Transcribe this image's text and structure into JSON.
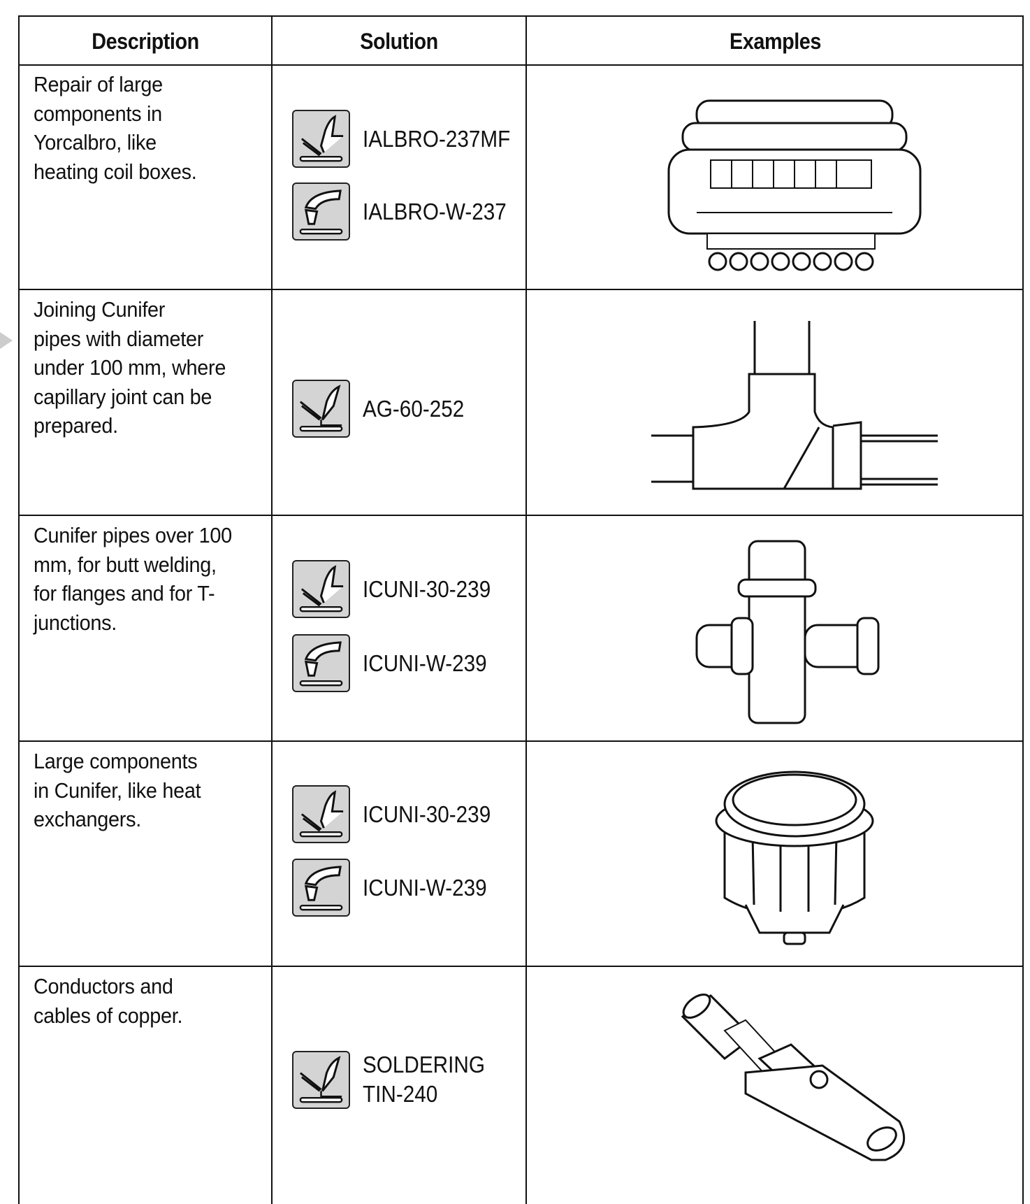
{
  "headers": [
    "Description",
    "Solution",
    "Examples"
  ],
  "rows": [
    {
      "description": [
        "Repair of large",
        "components in",
        "Yorcalbro, like",
        "heating coil boxes."
      ],
      "solutions": [
        {
          "icon": "brazing-torch-icon",
          "product": "IALBRO-237MF"
        },
        {
          "icon": "welding-torch-icon",
          "product": "IALBRO-W-237"
        }
      ],
      "example": "heating-coil-box-illustration"
    },
    {
      "description": [
        "Joining Cunifer",
        "pipes with diameter",
        "under 100 mm, where",
        "capillary joint can be",
        "prepared."
      ],
      "solutions": [
        {
          "icon": "brazing-rod-icon",
          "product": "AG-60-252"
        }
      ],
      "example": "capillary-tee-joint-illustration"
    },
    {
      "description": [
        "Cunifer pipes over 100",
        "mm, for butt welding,",
        "for flanges and for T-",
        "junctions."
      ],
      "solutions": [
        {
          "icon": "brazing-torch-icon",
          "product": "ICUNI-30-239"
        },
        {
          "icon": "welding-torch-icon",
          "product": "ICUNI-W-239"
        }
      ],
      "example": "flanged-cross-pipe-illustration"
    },
    {
      "description": [
        "Large components",
        "in Cunifer, like heat",
        "exchangers."
      ],
      "solutions": [
        {
          "icon": "brazing-torch-icon",
          "product": "ICUNI-30-239"
        },
        {
          "icon": "welding-torch-icon",
          "product": "ICUNI-W-239"
        }
      ],
      "example": "heat-exchanger-illustration"
    },
    {
      "description": [
        "Conductors and",
        "cables of copper."
      ],
      "solutions": [
        {
          "icon": "soldering-icon",
          "product_lines": [
            "SOLDERING",
            "TIN-240"
          ]
        }
      ],
      "example": "cable-lug-illustration"
    }
  ]
}
